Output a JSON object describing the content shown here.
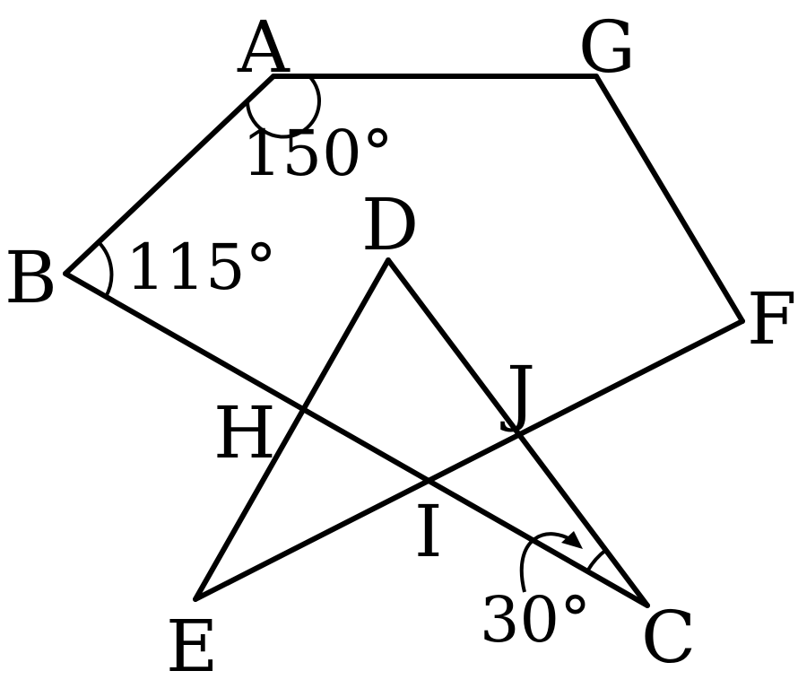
{
  "points": {
    "A": "A",
    "B": "B",
    "C": "C",
    "D": "D",
    "E": "E",
    "F": "F",
    "G": "G",
    "H": "H",
    "I": "I",
    "J": "J"
  },
  "angles": {
    "A": "150°",
    "B": "115°",
    "C": "30°"
  }
}
